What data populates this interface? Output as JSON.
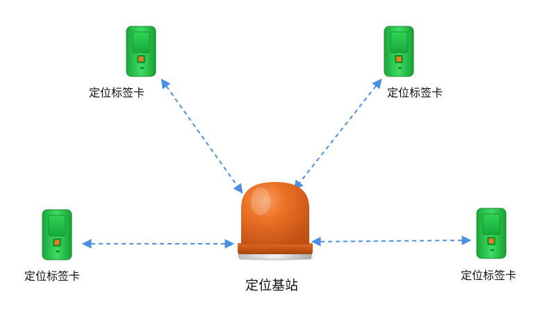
{
  "tags": {
    "top_left": "定位标签卡",
    "top_right": "定位标签卡",
    "left": "定位标签卡",
    "right": "定位标签卡"
  },
  "base_station": {
    "label": "定位基站"
  },
  "colors": {
    "tag_body": "#22c24a",
    "tag_dark": "#14932f",
    "tag_button": "#f07a1c",
    "base_dome": "#e8641c",
    "base_ring": "#c84e10",
    "arrow": "#4a90e2"
  }
}
